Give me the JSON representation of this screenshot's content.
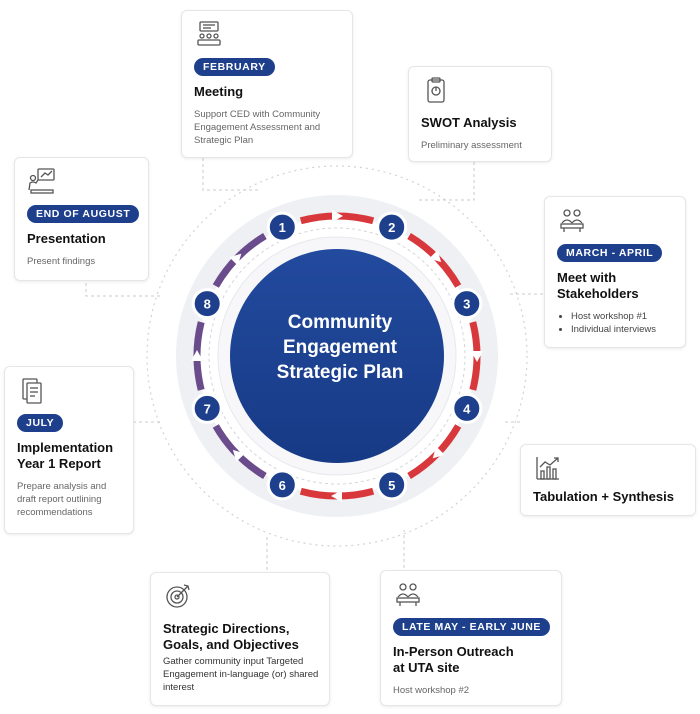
{
  "center": {
    "lines": [
      "Community",
      "Engagement",
      "Strategic Plan"
    ]
  },
  "colors": {
    "navy": "#1d3f8c",
    "red": "#d8383b",
    "purple": "#6a4b8c",
    "ring": "#f0f0f2"
  },
  "steps": [
    {
      "number": "1"
    },
    {
      "number": "2"
    },
    {
      "number": "3"
    },
    {
      "number": "4"
    },
    {
      "number": "5"
    },
    {
      "number": "6"
    },
    {
      "number": "7"
    },
    {
      "number": "8"
    }
  ],
  "cards": {
    "meeting": {
      "icon": "meeting-room-icon",
      "badge": "FEBRUARY",
      "title": "Meeting",
      "desc": "Support CED with Community Engagement Assessment and Strategic Plan"
    },
    "swot": {
      "icon": "clipboard-icon",
      "title": "SWOT Analysis",
      "desc": "Preliminary assessment"
    },
    "stakeholders": {
      "icon": "people-icon",
      "badge": "MARCH - APRIL",
      "title": "Meet with Stakeholders",
      "items": [
        "Host workshop #1",
        "Individual interviews"
      ]
    },
    "tabulation": {
      "icon": "chart-icon",
      "title": "Tabulation + Synthesis"
    },
    "outreach": {
      "icon": "people-icon",
      "badge": "LATE MAY - EARLY JUNE",
      "title": "In-Person Outreach at UTA site",
      "desc": "Host workshop #2"
    },
    "directions": {
      "icon": "target-icon",
      "title": "Strategic Directions, Goals, and Objectives",
      "desc": "Gather community input Targeted Engagement in-language (or) shared interest"
    },
    "report": {
      "icon": "document-icon",
      "badge": "JULY",
      "title": "Implementation Year 1 Report",
      "desc": "Prepare analysis and draft report outlining recommendations"
    },
    "presentation": {
      "icon": "presentation-icon",
      "badge": "END OF AUGUST",
      "title": "Presentation",
      "desc": "Present findings"
    }
  }
}
